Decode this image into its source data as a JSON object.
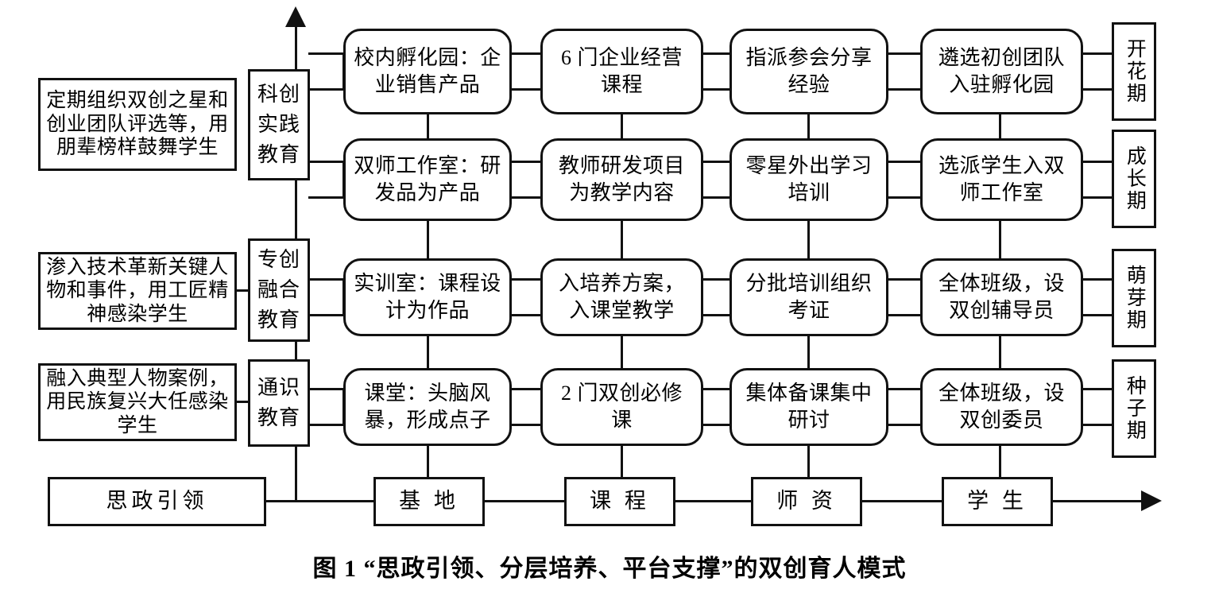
{
  "figure": {
    "caption": "图 1 “思政引领、分层培养、平台支撑”的双创育人模式"
  },
  "ideology_notes": [
    {
      "text": "定期组织双创之星和创业团队评选等，用朋辈榜样鼓舞学生"
    },
    {
      "text": "渗入技术革新关键人物和事件，用工匠精神感染学生"
    },
    {
      "text": "融入典型人物案例，用民族复兴大任感染学生"
    }
  ],
  "layers": [
    {
      "label": "科创实践教育"
    },
    {
      "label": "专创融合教育"
    },
    {
      "label": "通识教育"
    }
  ],
  "matrix": {
    "rows": [
      {
        "stage": "开花期",
        "cells": [
          {
            "text": "校内孵化园：企业销售产品"
          },
          {
            "text": "6 门企业经营课程"
          },
          {
            "text": "指派参会分享经验"
          },
          {
            "text": "遴选初创团队入驻孵化园"
          }
        ]
      },
      {
        "stage": "成长期",
        "cells": [
          {
            "text": "双师工作室：研发品为产品"
          },
          {
            "text": "教师研发项目为教学内容"
          },
          {
            "text": "零星外出学习培训"
          },
          {
            "text": "选派学生入双师工作室"
          }
        ]
      },
      {
        "stage": "萌芽期",
        "cells": [
          {
            "text": "实训室：课程设计为作品"
          },
          {
            "text": "入培养方案，入课堂教学"
          },
          {
            "text": "分批培训组织考证"
          },
          {
            "text": "全体班级，设双创辅导员"
          }
        ]
      },
      {
        "stage": "种子期",
        "cells": [
          {
            "text": "课堂：头脑风暴，形成点子"
          },
          {
            "text": "2 门双创必修课"
          },
          {
            "text": "集体备课集中研讨"
          },
          {
            "text": "全体班级，设双创委员"
          }
        ]
      }
    ]
  },
  "base_axis": {
    "lead": "思政引领",
    "items": [
      {
        "label": "基 地"
      },
      {
        "label": "课 程"
      },
      {
        "label": "师 资"
      },
      {
        "label": "学 生"
      }
    ]
  },
  "colors": {
    "line": "#111111",
    "background": "#ffffff"
  }
}
